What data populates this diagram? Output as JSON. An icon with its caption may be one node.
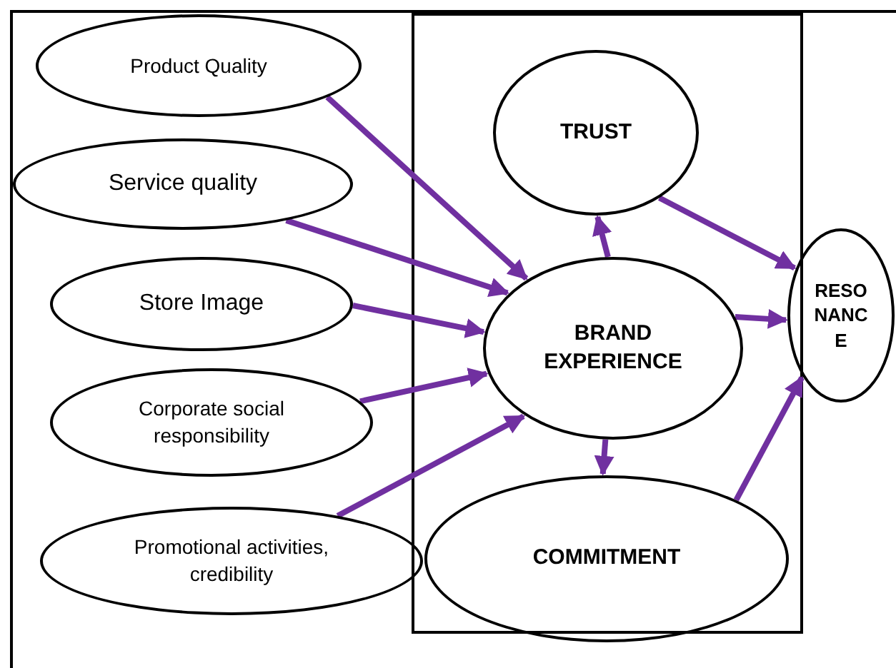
{
  "diagram": {
    "nodes": [
      {
        "text": [
          "Product Quality"
        ]
      },
      {
        "text": [
          "Service quality"
        ]
      },
      {
        "text": [
          "Store Image"
        ]
      },
      {
        "text": [
          "Corporate social responsibility"
        ]
      },
      {
        "text": [
          "Promotional activities, credibility"
        ]
      },
      {
        "text": [
          "TRUST"
        ]
      },
      {
        "text": [
          "BRAND EXPERIENCE"
        ]
      },
      {
        "text": [
          "COMMITMENT"
        ]
      },
      {
        "text": [
          "RESONANCE"
        ]
      }
    ],
    "edges": [
      {
        "from": 0,
        "to": 6,
        "arrow": "to"
      },
      {
        "from": 1,
        "to": 6,
        "arrow": "to"
      },
      {
        "from": 2,
        "to": 6,
        "arrow": "to"
      },
      {
        "from": 3,
        "to": 6,
        "arrow": "to"
      },
      {
        "from": 4,
        "to": 6,
        "arrow": "to"
      },
      {
        "from": 6,
        "to": 5,
        "arrow": "to"
      },
      {
        "from": 6,
        "to": 7,
        "arrow": "to"
      },
      {
        "from": 5,
        "to": 8,
        "arrow": "to"
      },
      {
        "from": 6,
        "to": 8,
        "arrow": "to"
      },
      {
        "from": 7,
        "to": 8,
        "arrow": "to"
      }
    ]
  }
}
